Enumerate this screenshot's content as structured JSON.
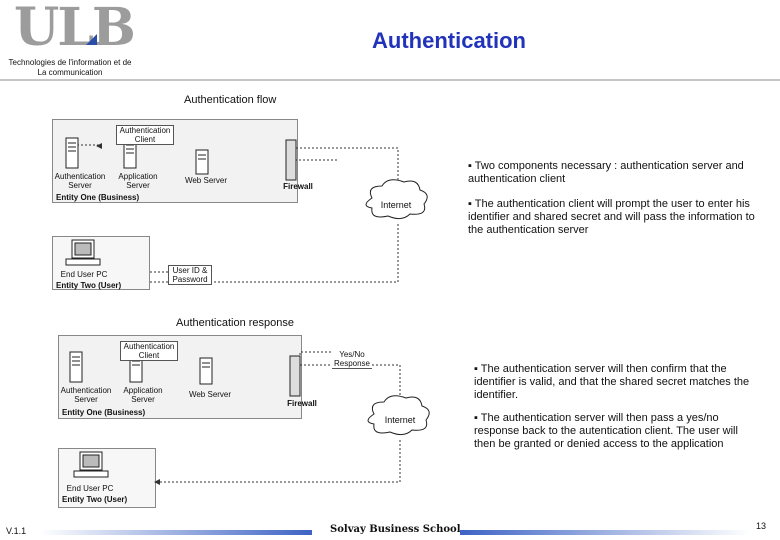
{
  "header": {
    "logo_text": "ULB",
    "institution_line1": "Technologies de l'information et de",
    "institution_line2": "La communication",
    "title": "Authentication"
  },
  "flow": {
    "heading": "Authentication flow",
    "auth_client": "Authentication Client",
    "auth_server": "Authentication Server",
    "app_server": "Application Server",
    "web_server": "Web Server",
    "firewall": "Firewall",
    "entity_one": "Entity One (Business)",
    "internet": "Internet",
    "end_user_pc": "End User PC",
    "entity_two": "Entity Two (User)",
    "user_id": "User ID & Password",
    "bullets": [
      "Two components necessary : authentication server and authentication client",
      "The authentication client will prompt the user to enter his identifier and shared secret and will pass the information to the authentication server"
    ]
  },
  "response": {
    "heading": "Authentication response",
    "auth_client": "Authentication Client",
    "auth_server": "Authentication Server",
    "app_server": "Application Server",
    "web_server": "Web Server",
    "firewall": "Firewall",
    "entity_one": "Entity One (Business)",
    "internet": "Internet",
    "end_user_pc": "End User PC",
    "entity_two": "Entity Two (User)",
    "yes_no": "Yes/No Response",
    "bullets": [
      "The authentication server will then confirm that the identifier is valid, and that the shared secret matches the identifier.",
      "The authentication server will then pass a yes/no response back to the autentication client. The user will then be granted or denied access to the application"
    ]
  },
  "footer": {
    "version": "V.1.1",
    "school": "Solvay Business School",
    "page": "13"
  },
  "colors": {
    "title": "#2233bb",
    "accent": "#3d63c4",
    "logo": "#9c9c9c"
  }
}
